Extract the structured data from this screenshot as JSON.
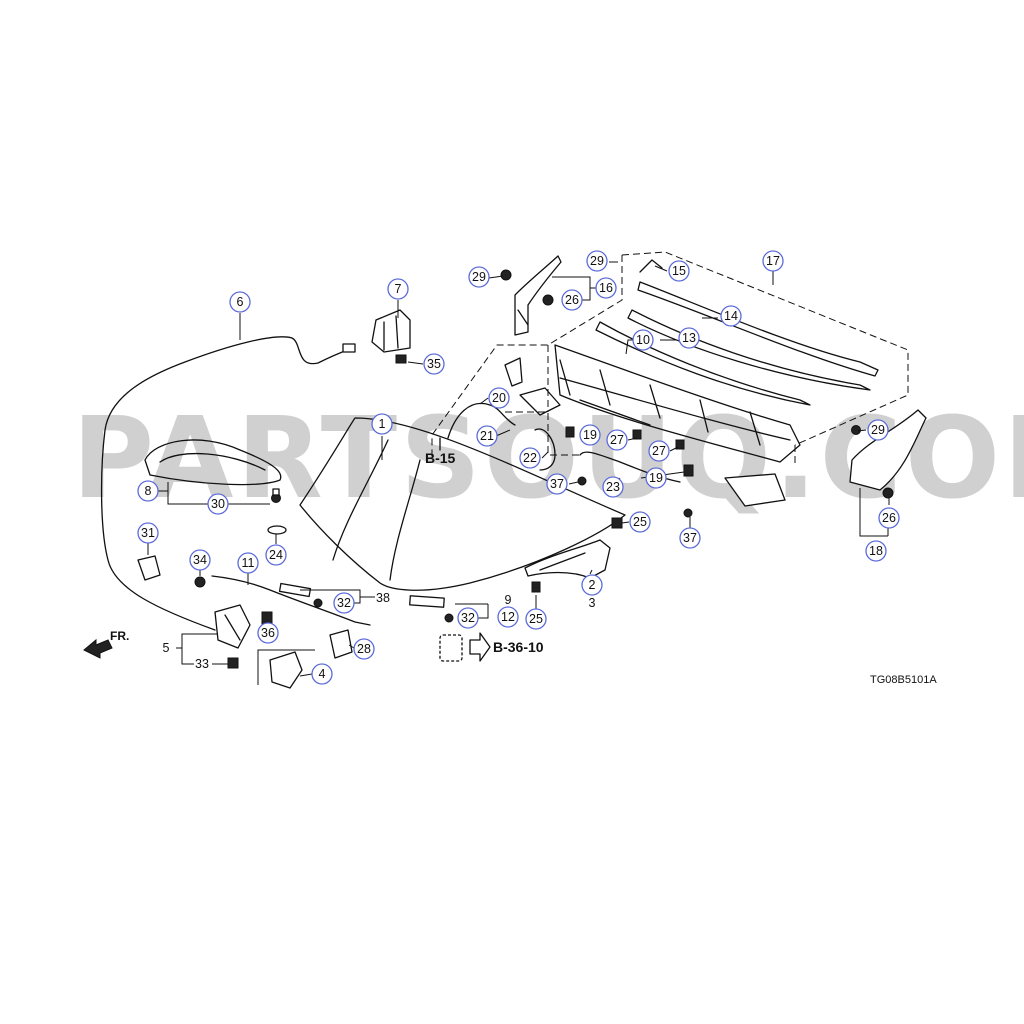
{
  "watermark": "PARTSOUQ.COM",
  "diagram_code": "TG08B5101A",
  "front_indicator": "FR.",
  "refs": {
    "b15": "B-15",
    "b3610": "B-36-10"
  },
  "callouts": {
    "c1": "1",
    "c2": "2",
    "c3": "3",
    "c4": "4",
    "c5": "5",
    "c6": "6",
    "c7": "7",
    "c8": "8",
    "c9": "9",
    "c10": "10",
    "c11": "11",
    "c12": "12",
    "c13": "13",
    "c14": "14",
    "c15": "15",
    "c16": "16",
    "c17": "17",
    "c18": "18",
    "c19a": "19",
    "c19b": "19",
    "c20": "20",
    "c21": "21",
    "c22": "22",
    "c23": "23",
    "c24": "24",
    "c25a": "25",
    "c25b": "25",
    "c26a": "26",
    "c26b": "26",
    "c27a": "27",
    "c27b": "27",
    "c28": "28",
    "c29a": "29",
    "c29b": "29",
    "c29c": "29",
    "c30": "30",
    "c31": "31",
    "c32a": "32",
    "c32b": "32",
    "c33": "33",
    "c34": "34",
    "c35": "35",
    "c36": "36",
    "c37a": "37",
    "c37b": "37",
    "c38": "38"
  }
}
